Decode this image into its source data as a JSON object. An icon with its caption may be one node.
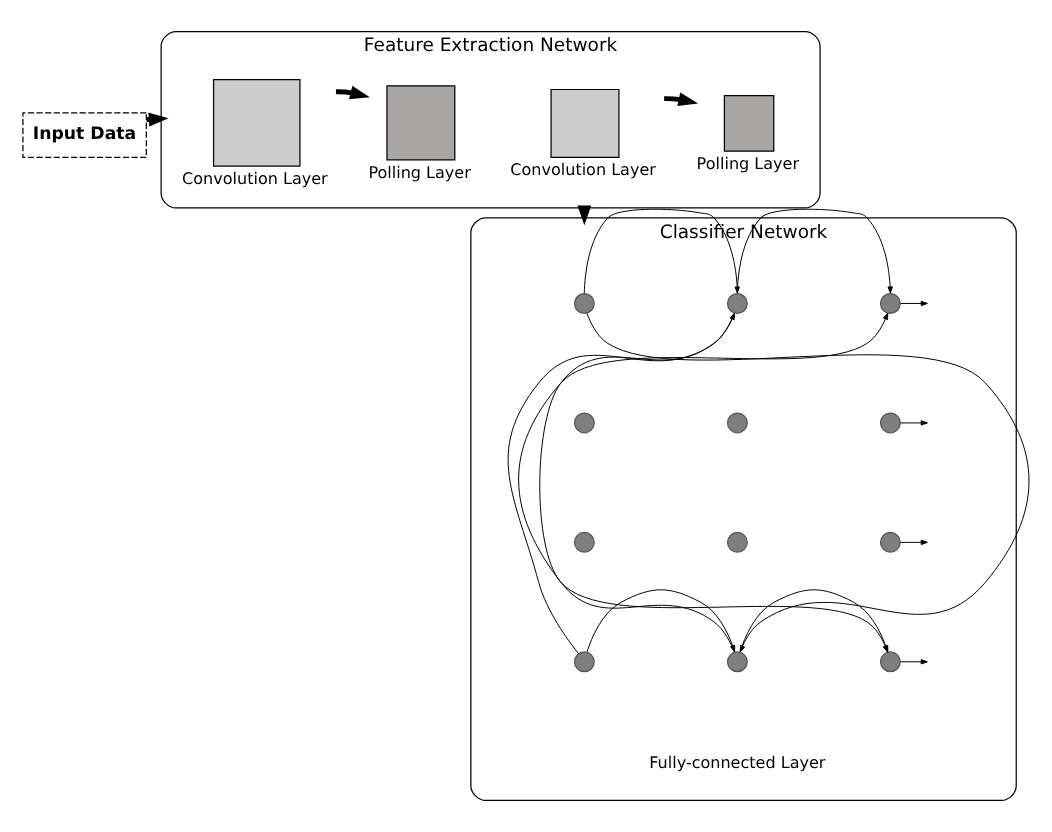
{
  "diagram": {
    "nodes": [
      {
        "text": [
          "Input Data"
        ]
      },
      {
        "text": [
          "Feature Extraction Network"
        ]
      },
      {
        "text": [],
        "shape": "box",
        "in": 1,
        "beside": [
          "Convolution Layer"
        ]
      },
      {
        "text": [],
        "shape": "box",
        "in": 1,
        "beside": [
          "Polling Layer"
        ]
      },
      {
        "text": [],
        "shape": "box",
        "in": 1,
        "beside": [
          "Convolution Layer"
        ]
      },
      {
        "text": [],
        "shape": "box",
        "in": 1,
        "beside": [
          "Polling Layer"
        ]
      },
      {
        "text": [
          "Classifier Network"
        ]
      },
      {
        "text": [],
        "shape": "circle",
        "in": 6
      },
      {
        "text": [],
        "shape": "circle",
        "in": 6
      },
      {
        "text": [],
        "shape": "circle",
        "in": 6
      },
      {
        "text": [],
        "shape": "circle",
        "in": 6
      },
      {
        "text": [],
        "shape": "circle",
        "in": 6
      },
      {
        "text": [],
        "shape": "circle",
        "in": 6
      },
      {
        "text": [],
        "shape": "circle",
        "in": 6
      },
      {
        "text": [],
        "shape": "circle",
        "in": 6
      },
      {
        "text": [],
        "shape": "circle",
        "in": 6
      },
      {
        "text": [],
        "shape": "circle",
        "in": 6
      },
      {
        "text": [],
        "shape": "circle",
        "in": 6
      },
      {
        "text": [],
        "shape": "circle",
        "in": 6
      }
    ],
    "edges": [
      {
        "from": 0,
        "to": 1,
        "arrow": "to",
        "style": "thick"
      },
      {
        "from": 2,
        "to": 3,
        "arrow": "to",
        "style": "thick"
      },
      {
        "from": 4,
        "to": 5,
        "arrow": "to",
        "style": "thick"
      },
      {
        "from": 1,
        "to": 6,
        "arrow": "to",
        "style": "thick"
      },
      {
        "from": 7,
        "to": 11,
        "arrow": "to"
      },
      {
        "from": 7,
        "to": 14,
        "arrow": "to"
      },
      {
        "from": 10,
        "to": 11,
        "arrow": "to"
      },
      {
        "from": 10,
        "to": 14,
        "arrow": "to"
      },
      {
        "from": 11,
        "to": 15,
        "arrow": "to"
      },
      {
        "from": 11,
        "to": 18,
        "arrow": "to"
      },
      {
        "from": 14,
        "to": 15,
        "arrow": "to"
      },
      {
        "from": 14,
        "to": 18,
        "arrow": "to"
      },
      {
        "from": 15,
        "to": null,
        "arrow": "to"
      },
      {
        "from": 16,
        "to": null,
        "arrow": "to"
      },
      {
        "from": 17,
        "to": null,
        "arrow": "to"
      },
      {
        "from": 18,
        "to": null,
        "arrow": "to"
      }
    ],
    "labels": [
      "Fully-connected Layer"
    ]
  }
}
